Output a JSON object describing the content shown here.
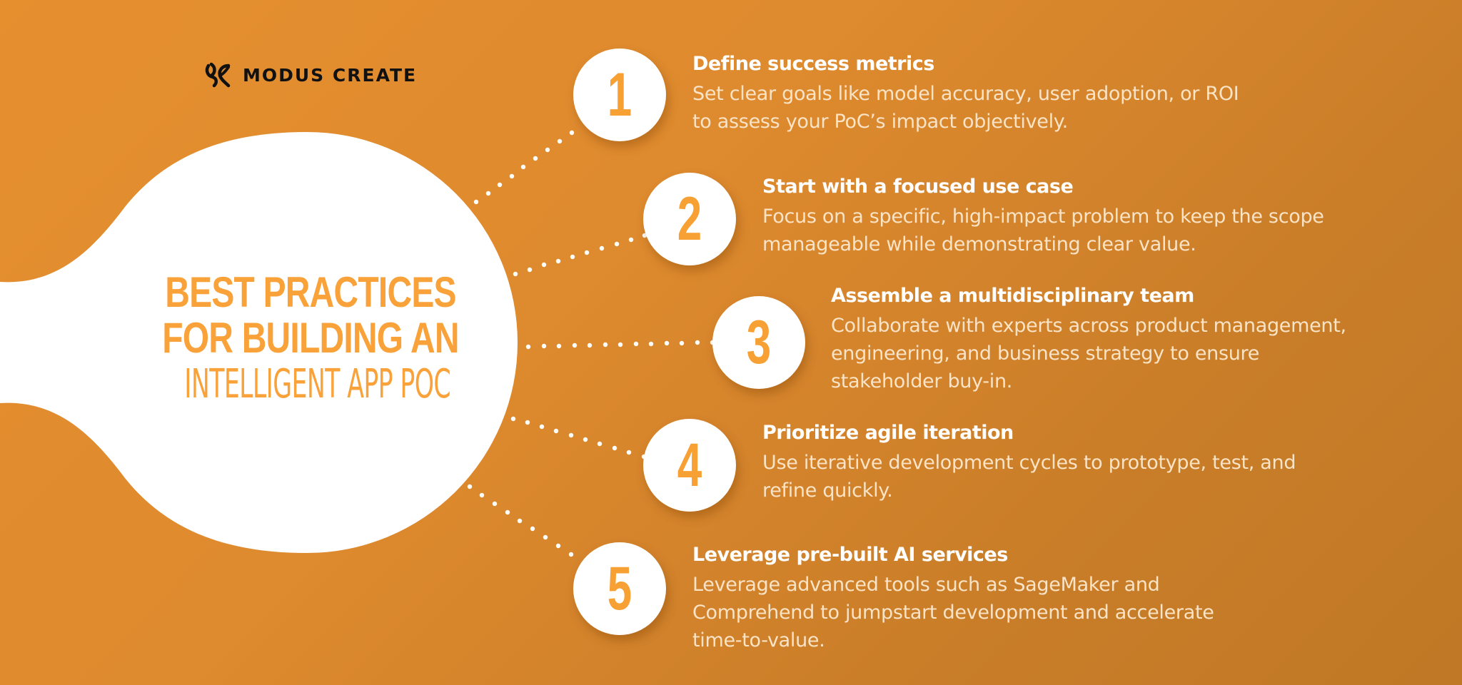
{
  "brand": {
    "name": "MODUS CREATE",
    "logo_icon": "modus-create-leaf-logo-icon"
  },
  "colors": {
    "background_start": "#e58f2f",
    "background_end": "#c07826",
    "accent_orange": "#f7a034",
    "white": "#ffffff",
    "body_text": "#fbe3c6",
    "logo_text": "#111111"
  },
  "title": {
    "line1": "BEST PRACTICES",
    "line2": "FOR BUILDING AN",
    "line3": "INTELLIGENT APP POC"
  },
  "practices": [
    {
      "number": "1",
      "heading": "Define success metrics",
      "body": "Set clear goals like model accuracy, user adoption, or ROI to assess your PoC’s impact objectively."
    },
    {
      "number": "2",
      "heading": "Start with a focused use case",
      "body": "Focus on a specific, high-impact problem to keep the scope manageable while demonstrating clear value."
    },
    {
      "number": "3",
      "heading": "Assemble a multidisciplinary team",
      "body": "Collaborate with experts across product management, engineering, and business strategy to ensure stakeholder buy-in."
    },
    {
      "number": "4",
      "heading": "Prioritize agile iteration",
      "body": "Use iterative development cycles to prototype, test, and refine quickly."
    },
    {
      "number": "5",
      "heading": "Leverage pre-built AI services",
      "body": "Leverage advanced tools such as SageMaker and Comprehend to jumpstart development and accelerate time-to-value."
    }
  ]
}
